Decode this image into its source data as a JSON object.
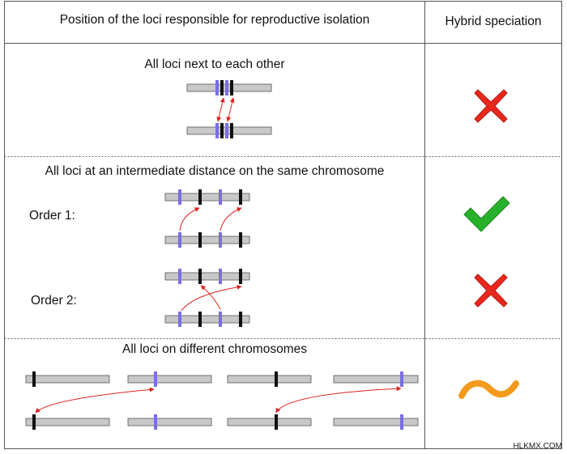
{
  "header": {
    "left": "Position of the loci responsible for reproductive isolation",
    "right": "Hybrid speciation"
  },
  "rows": [
    {
      "title": "All loci next to each other",
      "result_icon": "red-cross-icon",
      "result": "no"
    },
    {
      "title": "All loci at an intermediate distance on the same chromosome",
      "orders": [
        {
          "label": "Order 1:",
          "result_icon": "green-check-icon",
          "result": "yes"
        },
        {
          "label": "Order 2:",
          "result_icon": "red-cross-icon",
          "result": "no"
        }
      ]
    },
    {
      "title": "All loci on different chromosomes",
      "result_icon": "orange-tilde-icon",
      "result": "partial"
    }
  ],
  "watermark": "HLKMX.COM",
  "colors": {
    "chromosome_fill": "#c8c8c8",
    "locus_blue": "#7a6ee6",
    "locus_black": "#111111",
    "arrow_red": "#e02020",
    "cross_red": "#e8281c",
    "check_green": "#27b02a",
    "tilde_orange": "#f39a1c",
    "divider": "#666666"
  }
}
